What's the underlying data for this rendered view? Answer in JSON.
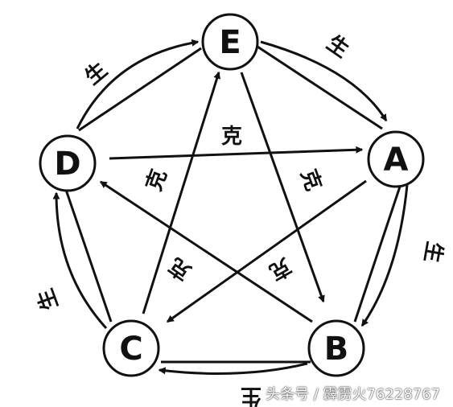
{
  "nodes": {
    "E": "E",
    "A": "A",
    "B": "B",
    "C": "C",
    "D": "D"
  },
  "relations": {
    "generate": "生",
    "overcome": "克"
  },
  "watermark": "头条号 / 霹雳火76228767",
  "colors": {
    "ink": "#111111",
    "background": "#ffffff"
  }
}
